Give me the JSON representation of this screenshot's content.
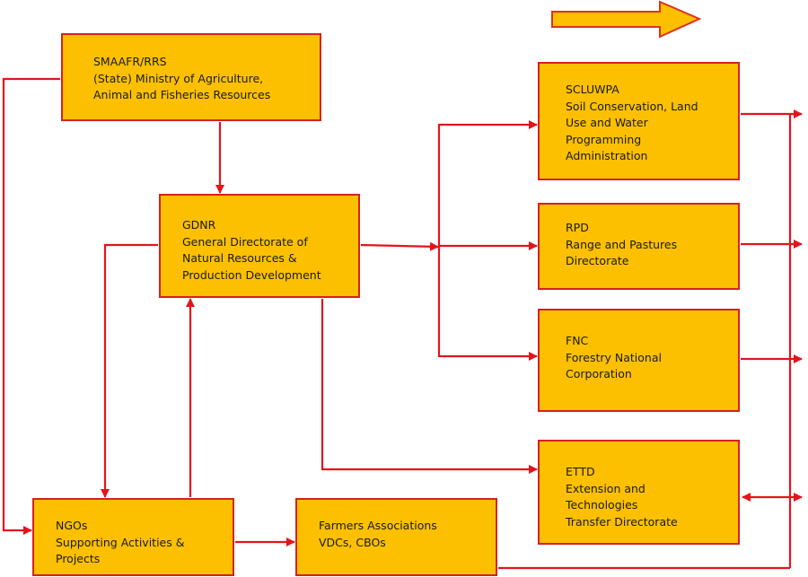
{
  "nodes": {
    "smaafr": {
      "lines": [
        "SMAAFR/RRS",
        "(State) Ministry of Agriculture,",
        "Animal and Fisheries Resources"
      ]
    },
    "gdnr": {
      "lines": [
        "GDNR",
        "General Directorate of",
        "Natural Resources &",
        "Production Development"
      ]
    },
    "scluwpa": {
      "lines": [
        "SCLUWPA",
        "Soil Conservation, Land",
        "Use and Water",
        "Programming",
        "Administration"
      ]
    },
    "rpd": {
      "lines": [
        "RPD",
        "Range and Pastures",
        "Directorate"
      ]
    },
    "fnc": {
      "lines": [
        "FNC",
        "Forestry National",
        "Corporation"
      ]
    },
    "ettd": {
      "lines": [
        "ETTD",
        "Extension and",
        "Technologies",
        "Transfer Directorate"
      ]
    },
    "ngos": {
      "lines": [
        "NGOs",
        "Supporting Activities &",
        "Projects"
      ]
    },
    "farmers": {
      "lines": [
        "Farmers Associations",
        "VDCs, CBOs"
      ]
    }
  },
  "colors": {
    "box_fill": "#fcc000",
    "box_border": "#d82020",
    "connector": "#e3141c",
    "legend_arrow_fill": "#fcc000",
    "legend_arrow_border": "#e03020"
  }
}
